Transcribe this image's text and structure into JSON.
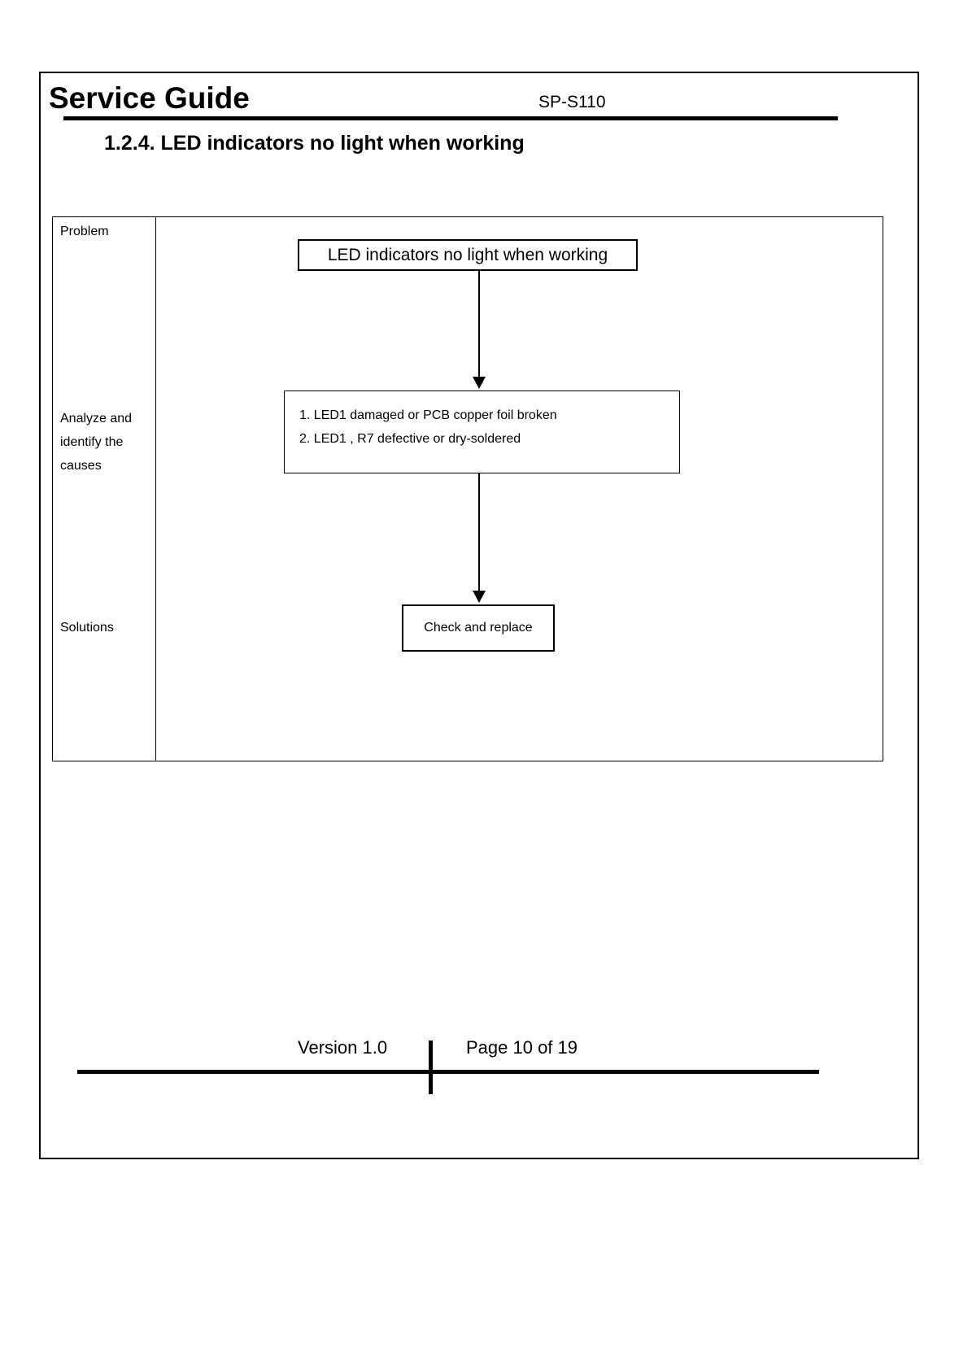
{
  "document": {
    "header": {
      "title": "Service Guide",
      "model": "SP-S110"
    },
    "section": {
      "heading": "1.2.4. LED indicators no light when working"
    },
    "diagram": {
      "stages": [
        {
          "label": "Problem"
        },
        {
          "label": "Analyze and identify the causes"
        },
        {
          "label": "Solutions"
        }
      ],
      "nodes": {
        "problem": "LED indicators no light when working",
        "causes": [
          "1. LED1 damaged or PCB copper foil broken",
          "2. LED1 , R7 defective or dry-soldered"
        ],
        "solution": "Check and replace"
      }
    },
    "footer": {
      "version": "Version 1.0",
      "page": "Page 10 of 19"
    }
  }
}
